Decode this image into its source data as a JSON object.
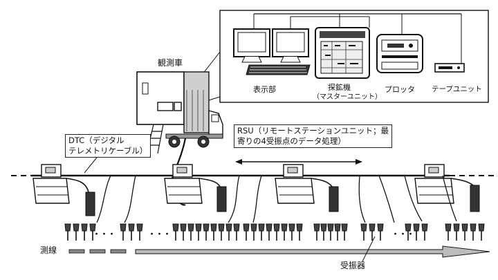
{
  "vehicle": {
    "label": "観測車"
  },
  "equipment": {
    "display": "表示部",
    "seismograph_line1": "探鉱機",
    "seismograph_line2": "（マスターユニット）",
    "plotter": "プロッタ",
    "tape_unit": "テープユニット"
  },
  "dtc": {
    "line1": "DTC（デジタル",
    "line2": "テレメトリケーブル）"
  },
  "rsu": {
    "line1": "RSU（リモートステーションユニット；最",
    "line2": "寄りの4受振点のデータ処理）"
  },
  "survey_line": {
    "label": "測線"
  },
  "geophone": {
    "label": "受振器"
  },
  "ellipsis": "・・・"
}
